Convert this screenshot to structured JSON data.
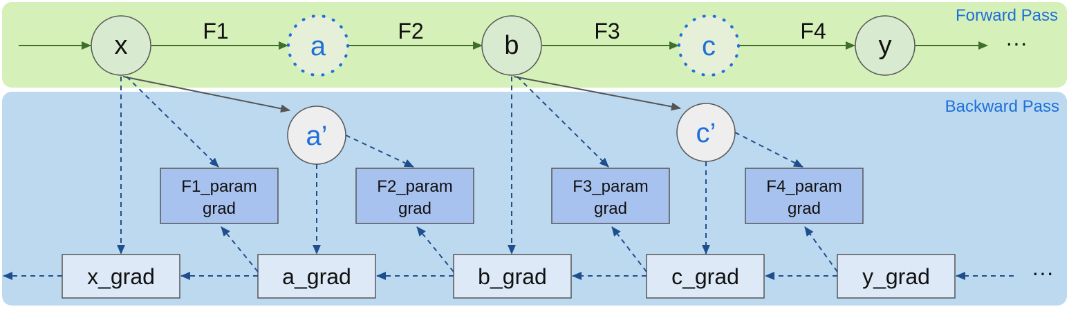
{
  "forward_pass": {
    "title": "Forward Pass",
    "nodes": [
      "x",
      "a",
      "b",
      "c",
      "y"
    ],
    "functions": [
      "F1",
      "F2",
      "F3",
      "F4"
    ],
    "ellipsis": "···"
  },
  "backward_pass": {
    "title": "Backward Pass",
    "recomputed": [
      "a’",
      "c’"
    ],
    "param_grads": [
      {
        "line1": "F1_param",
        "line2": "grad"
      },
      {
        "line1": "F2_param",
        "line2": "grad"
      },
      {
        "line1": "F3_param",
        "line2": "grad"
      },
      {
        "line1": "F4_param",
        "line2": "grad"
      }
    ],
    "grads": [
      "x_grad",
      "a_grad",
      "b_grad",
      "c_grad",
      "y_grad"
    ],
    "ellipsis": "···"
  },
  "colors": {
    "forward_bg": "#d5f0b8",
    "backward_bg": "#bcd9f0",
    "title_blue": "#1e6fd9",
    "forward_arrow": "#3f6f2a",
    "dashed_arrow": "#1f4e8c"
  }
}
